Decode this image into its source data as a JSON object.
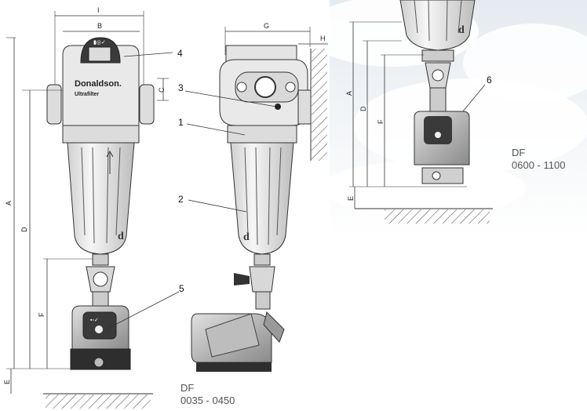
{
  "brand": {
    "name": "Donaldson.",
    "product": "Ultrafilter"
  },
  "dimensions": {
    "front": {
      "I": "I",
      "B": "B",
      "C": "C",
      "A": "A",
      "D": "D",
      "F": "F",
      "E": "E"
    },
    "side": {
      "G": "G",
      "H": "H"
    },
    "large": {
      "A": "A",
      "D": "D",
      "F": "F",
      "E": "E"
    }
  },
  "callouts": {
    "c1": "1",
    "c2": "2",
    "c3": "3",
    "c4": "4",
    "c5": "5",
    "c6": "6"
  },
  "models": {
    "small": {
      "prefix": "DF",
      "range": "0035 - 0450"
    },
    "large": {
      "prefix": "DF",
      "range": "0600 - 1100"
    }
  },
  "colors": {
    "body": "#e8e8e8",
    "outline": "#333333",
    "dark": "#3a3a3a"
  }
}
